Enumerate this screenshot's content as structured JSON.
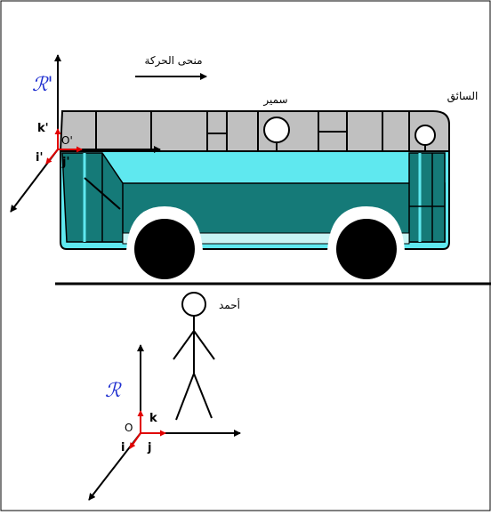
{
  "labels": {
    "motion_direction": "منحى الحركة",
    "passenger": "سمير",
    "driver": "السائق",
    "pedestrian": "أحمد"
  },
  "frame_moving": {
    "name": "ℛ'",
    "origin": "O'",
    "unit_i": "i'",
    "unit_j": "j'",
    "unit_k": "k'"
  },
  "frame_ground": {
    "name": "ℛ",
    "origin": "O",
    "unit_i": "i",
    "unit_j": "j",
    "unit_k": "k"
  },
  "colors": {
    "bus_roof": "#c0c0c0",
    "bus_window_band": "#5fe8ef",
    "bus_body": "#157a78",
    "bus_trim": "#c8f4f4",
    "unit_vector": "#e00000",
    "frame_label": "#1f2fd0"
  }
}
